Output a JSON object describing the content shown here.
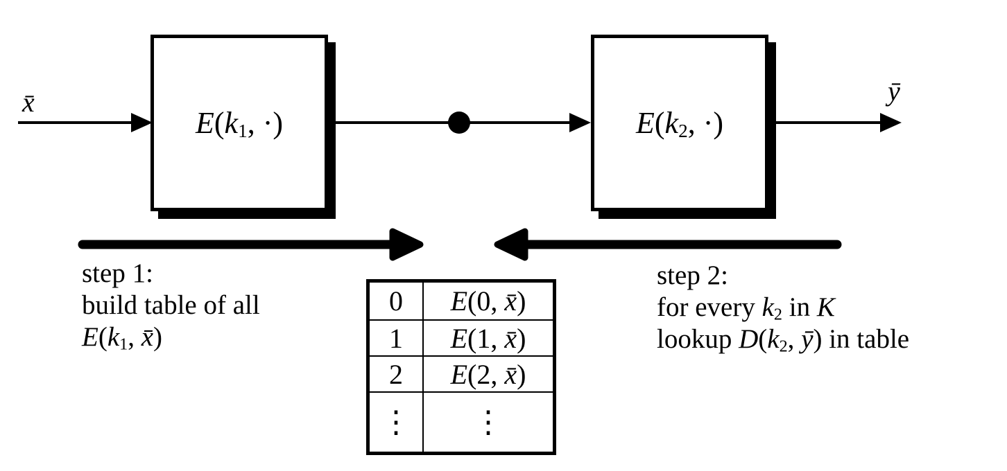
{
  "colors": {
    "ink": "#000000",
    "bg": "#ffffff"
  },
  "pipeline": {
    "input_label": "x̄",
    "output_label": "ȳ",
    "box1_runs": [
      "E",
      "(",
      "k",
      "1",
      ", ·)"
    ],
    "box2_runs": [
      "E",
      "(",
      "k",
      "2",
      ", ·)"
    ]
  },
  "step1": {
    "title": "step 1:",
    "line2": "build table of all",
    "expr_runs": [
      "E",
      "(",
      "k",
      "1",
      ", ",
      "x̄",
      ")"
    ]
  },
  "step2": {
    "title": "step 2:",
    "line2_runs": [
      "for every ",
      "k",
      "2",
      " in ",
      "K"
    ],
    "line3_runs": [
      "lookup ",
      "D",
      "(",
      "k",
      "2",
      ", ",
      "ȳ",
      ") in table"
    ]
  },
  "table": {
    "rows": [
      {
        "key": "0",
        "runs": [
          "E",
          "(0, ",
          "x̄",
          ")"
        ]
      },
      {
        "key": "1",
        "runs": [
          "E",
          "(1, ",
          "x̄",
          ")"
        ]
      },
      {
        "key": "2",
        "runs": [
          "E",
          "(2, ",
          "x̄",
          ")"
        ]
      }
    ],
    "ellipsis_key": "⋮",
    "ellipsis_value": "⋮"
  }
}
